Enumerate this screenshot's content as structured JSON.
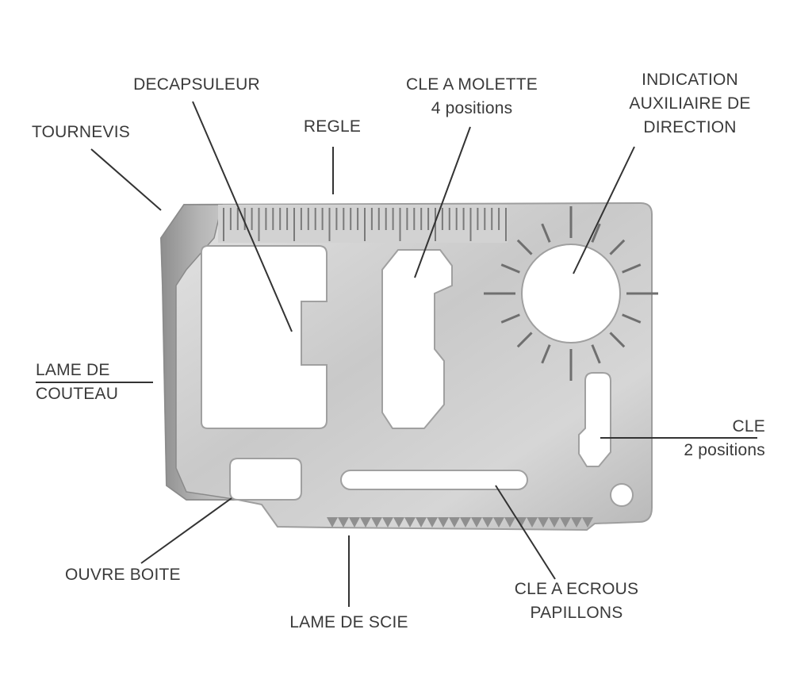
{
  "labels": {
    "tournevis": "TOURNEVIS",
    "decapsuleur": "DECAPSULEUR",
    "regle": "REGLE",
    "cle_molette": [
      "CLE A MOLETTE",
      "4 positions"
    ],
    "indication": [
      "INDICATION",
      "AUXILIAIRE DE",
      "DIRECTION"
    ],
    "lame_couteau": [
      "LAME DE",
      "COUTEAU"
    ],
    "cle": [
      "CLE",
      "2 positions"
    ],
    "ouvre_boite": "OUVRE BOITE",
    "lame_scie": "LAME DE SCIE",
    "cle_ecrous": [
      "CLE A ECROUS",
      "PAPILLONS"
    ]
  },
  "colors": {
    "steel_light": "#d9d9d9",
    "steel_mid": "#bdbdbd",
    "steel_dark": "#8c8c8c",
    "leader_line": "#333333",
    "text": "#3a3a3a"
  }
}
